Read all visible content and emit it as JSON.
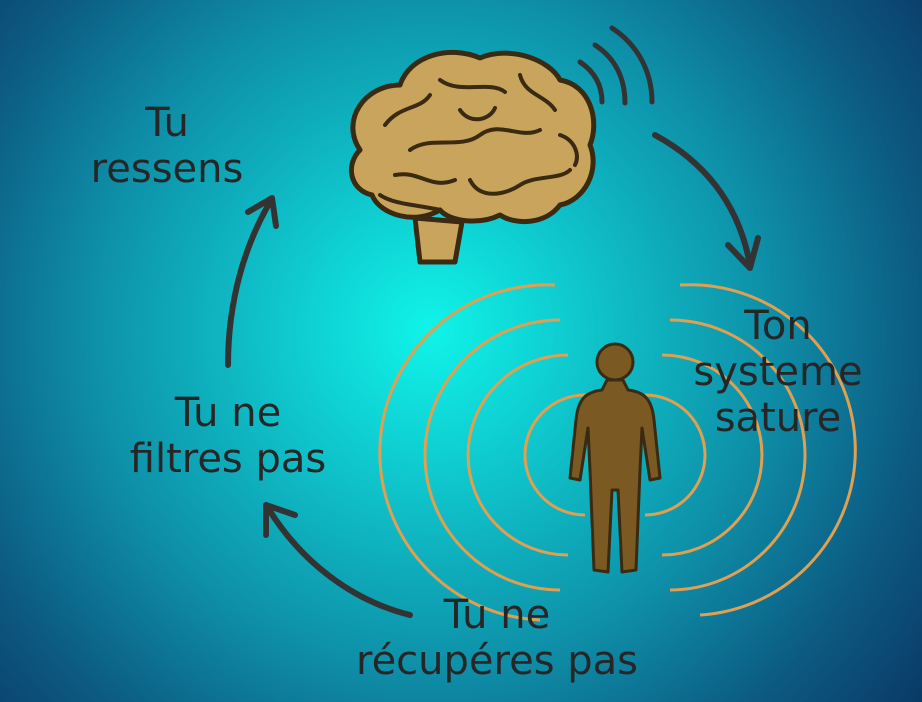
{
  "labels": {
    "feel": [
      "Tu",
      "ressens"
    ],
    "saturate": [
      "Ton",
      "systeme",
      "sature"
    ],
    "recover": [
      "Tu ne",
      "récupéres pas"
    ],
    "filter": [
      "Tu ne",
      "filtres pas"
    ]
  },
  "colors": {
    "brain": "#c9a45c",
    "person": "#7a5a22",
    "waves": "#e0a050",
    "arrow": "#333333",
    "text": "#262626"
  }
}
